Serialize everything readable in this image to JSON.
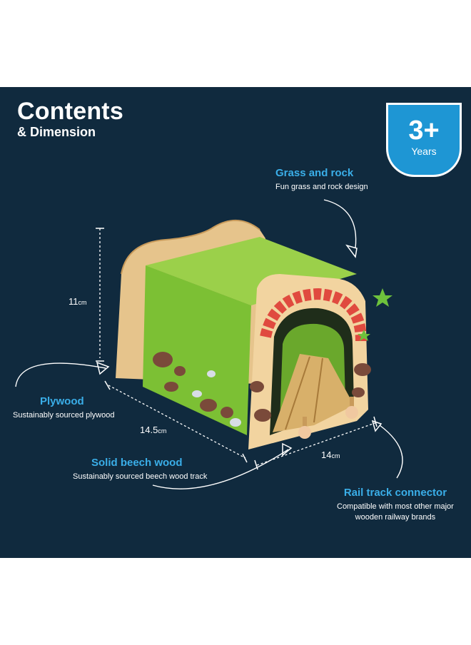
{
  "heading": {
    "title": "Contents",
    "subtitle": "& Dimension"
  },
  "age_badge": {
    "value": "3+",
    "unit": "Years"
  },
  "features": [
    {
      "title": "Grass and rock",
      "description": "Fun grass and rock design"
    },
    {
      "title": "Plywood",
      "description": "Sustainably sourced plywood"
    },
    {
      "title": "Solid beech wood",
      "description": "Sustainably sourced beech wood track"
    },
    {
      "title": "Rail track connector",
      "description_line1": "Compatible with most other major",
      "description_line2": "wooden railway brands"
    }
  ],
  "dimensions": {
    "height": {
      "value": "11",
      "unit": "cm"
    },
    "length": {
      "value": "14.5",
      "unit": "cm"
    },
    "width": {
      "value": "14",
      "unit": "cm"
    }
  },
  "colors": {
    "background": "#102a3e",
    "accent": "#3aaee8",
    "badge": "#1e96d4",
    "grass": "#8dc63f"
  }
}
